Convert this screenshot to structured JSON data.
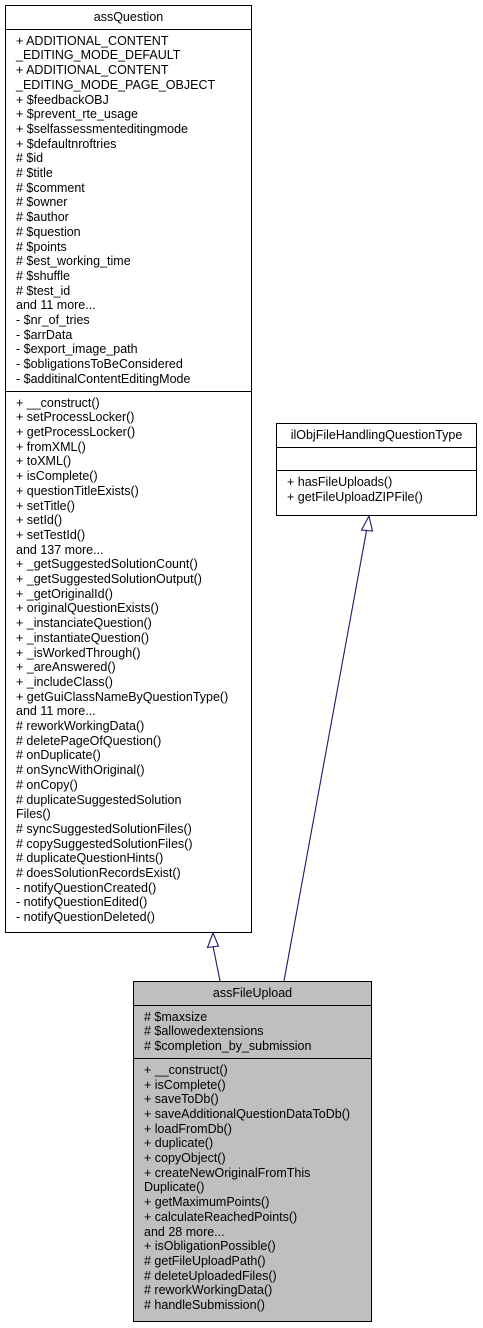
{
  "diagram_title": "",
  "classes": {
    "assQuestion": {
      "name": "assQuestion",
      "attributes": [
        "+ ADDITIONAL_CONTENT",
        "_EDITING_MODE_DEFAULT",
        "+ ADDITIONAL_CONTENT",
        "_EDITING_MODE_PAGE_OBJECT",
        "+ $feedbackOBJ",
        "+ $prevent_rte_usage",
        "+ $selfassessmenteditingmode",
        "+ $defaultnroftries",
        "# $id",
        "# $title",
        "# $comment",
        "# $owner",
        "# $author",
        "# $question",
        "# $points",
        "# $est_working_time",
        "# $shuffle",
        "# $test_id",
        "and 11 more...",
        "- $nr_of_tries",
        "- $arrData",
        "- $export_image_path",
        "- $obligationsToBeConsidered",
        "- $additinalContentEditingMode"
      ],
      "methods": [
        "+ __construct()",
        "+ setProcessLocker()",
        "+ getProcessLocker()",
        "+ fromXML()",
        "+ toXML()",
        "+ isComplete()",
        "+ questionTitleExists()",
        "+ setTitle()",
        "+ setId()",
        "+ setTestId()",
        "and 137 more...",
        "+ _getSuggestedSolutionCount()",
        "+ _getSuggestedSolutionOutput()",
        "+ _getOriginalId()",
        "+ originalQuestionExists()",
        "+ _instanciateQuestion()",
        "+ _instantiateQuestion()",
        "+ _isWorkedThrough()",
        "+ _areAnswered()",
        "+ _includeClass()",
        "+ getGuiClassNameByQuestionType()",
        "and 11 more...",
        "# reworkWorkingData()",
        "# deletePageOfQuestion()",
        "# onDuplicate()",
        "# onSyncWithOriginal()",
        "# onCopy()",
        "# duplicateSuggestedSolution",
        "Files()",
        "# syncSuggestedSolutionFiles()",
        "# copySuggestedSolutionFiles()",
        "# duplicateQuestionHints()",
        "# doesSolutionRecordsExist()",
        "- notifyQuestionCreated()",
        "- notifyQuestionEdited()",
        "- notifyQuestionDeleted()"
      ]
    },
    "ilObjFileHandlingQuestionType": {
      "name": "ilObjFileHandlingQuestionType",
      "attributes": [],
      "methods": [
        "+ hasFileUploads()",
        "+ getFileUploadZIPFile()"
      ]
    },
    "assFileUpload": {
      "name": "assFileUpload",
      "attributes": [
        "# $maxsize",
        "# $allowedextensions",
        "# $completion_by_submission"
      ],
      "methods": [
        "+ __construct()",
        "+ isComplete()",
        "+ saveToDb()",
        "+ saveAdditionalQuestionDataToDb()",
        "+ loadFromDb()",
        "+ duplicate()",
        "+ copyObject()",
        "+ createNewOriginalFromThis",
        "Duplicate()",
        "+ getMaximumPoints()",
        "+ calculateReachedPoints()",
        "and 28 more...",
        "+ isObligationPossible()",
        "# getFileUploadPath()",
        "# deleteUploadedFiles()",
        "# reworkWorkingData()",
        "# handleSubmission()"
      ]
    }
  },
  "relations": [
    {
      "from": "assFileUpload",
      "to": "assQuestion",
      "type": "inheritance"
    },
    {
      "from": "assFileUpload",
      "to": "ilObjFileHandlingQuestionType",
      "type": "inheritance"
    }
  ],
  "colors": {
    "edge": "#191970",
    "highlight_fill": "#bfbfbf",
    "border": "#000000"
  }
}
